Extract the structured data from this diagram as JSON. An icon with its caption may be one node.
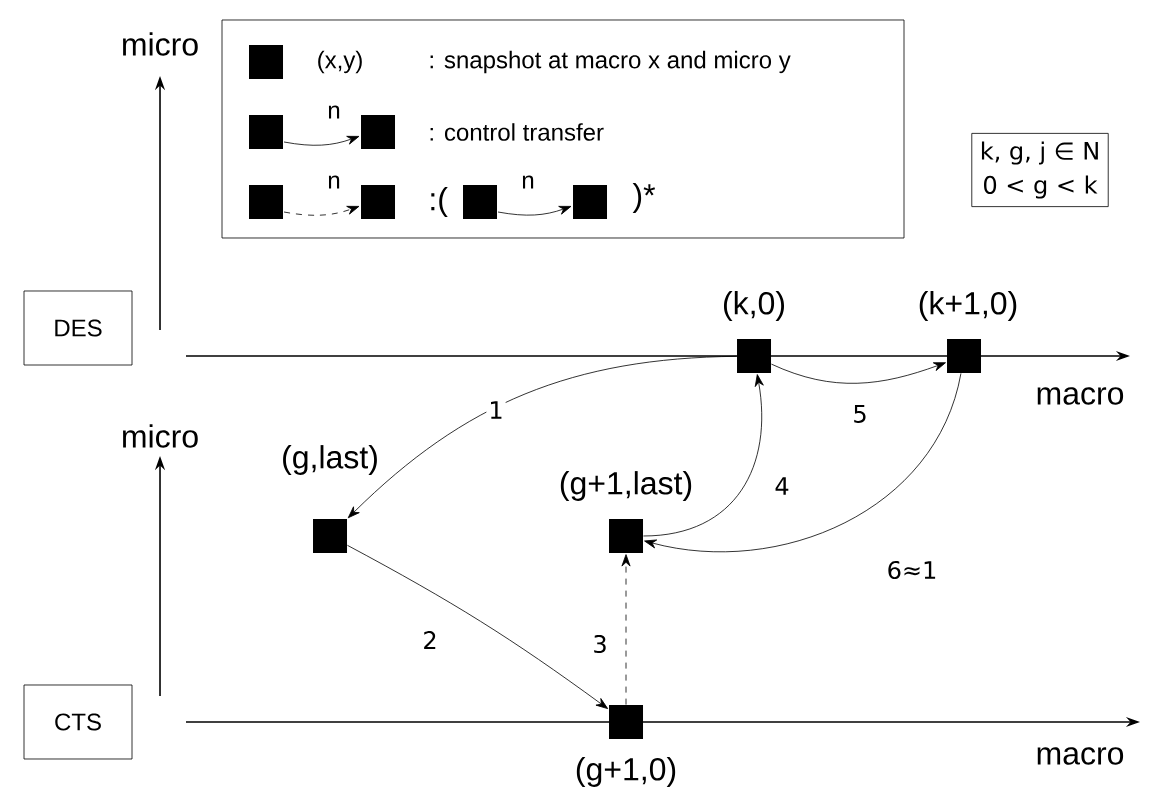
{
  "diagram": {
    "nodes": [
      {
        "text": [
          "DES"
        ]
      },
      {
        "text": [
          "CTS"
        ]
      },
      {
        "text": [],
        "shape": "box",
        "beside": [
          "(k,0)"
        ]
      },
      {
        "text": [],
        "shape": "box",
        "beside": [
          "(k+1,0)"
        ]
      },
      {
        "text": [],
        "shape": "box",
        "beside": [
          "(g,last)"
        ]
      },
      {
        "text": [],
        "shape": "box",
        "beside": [
          "(g+1,last)"
        ]
      },
      {
        "text": [],
        "shape": "box",
        "beside": [
          "(g+1,0)"
        ]
      },
      {
        "text": [
          "k, g, j ∈ N",
          "0 < g < k"
        ]
      }
    ],
    "edges": [
      {
        "from": 2,
        "to": 4,
        "arrow": "to",
        "label": "1"
      },
      {
        "from": 4,
        "to": 6,
        "arrow": "to",
        "label": "2"
      },
      {
        "from": 6,
        "to": 5,
        "arrow": "to",
        "label": "3",
        "style": "dashed"
      },
      {
        "from": 5,
        "to": 2,
        "arrow": "to",
        "label": "4"
      },
      {
        "from": 2,
        "to": 3,
        "arrow": "to",
        "label": "5"
      },
      {
        "from": 3,
        "to": 5,
        "arrow": "to",
        "label": "6≈1"
      }
    ],
    "labels": [
      "micro",
      "macro",
      "micro",
      "macro",
      "(x,y)",
      "n",
      "n",
      "n",
      ")*"
    ],
    "legend": [
      {
        "text": ": snapshot at macro x and micro y"
      },
      {
        "text": ": control transfer"
      },
      {
        "text": ":("
      }
    ]
  }
}
